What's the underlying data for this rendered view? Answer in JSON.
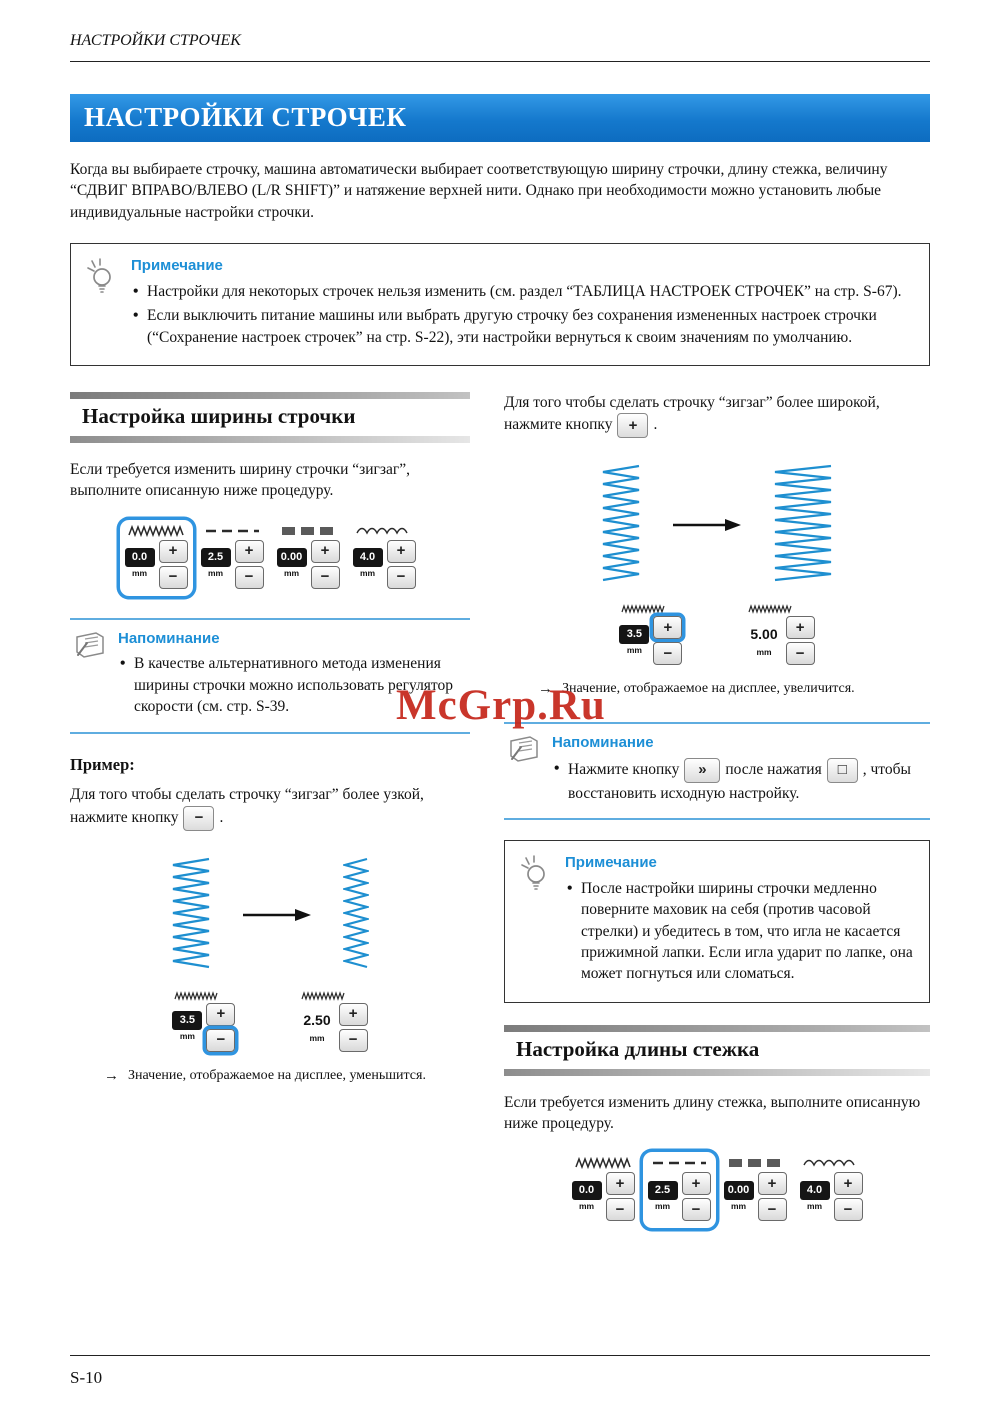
{
  "page": {
    "running_header": "НАСТРОЙКИ СТРОЧЕК",
    "page_number": "S-10",
    "watermark": "McGrp.Ru"
  },
  "banner": {
    "title": "НАСТРОЙКИ СТРОЧЕК"
  },
  "intro": "Когда вы выбираете строчку, машина автоматически выбирает соответствующую ширину строчки, длину стежка, величину “СДВИГ ВПРАВО/ВЛЕВО (L/R SHIFT)” и натяжение верхней нити. Однако при необходимости можно установить любые индивидуальные настройки строчки.",
  "symbols": {
    "plus": "+",
    "minus": "−",
    "arrow": "→",
    "period": ".",
    "comma": ",",
    "reset_key": "»",
    "blank_key": "□"
  },
  "note_top": {
    "title": "Примечание",
    "items": [
      "Настройки для некоторых строчек нельзя изменить (см. раздел “ТАБЛИЦА НАСТРОЕК СТРОЧЕК” на стр. S-67).",
      "Если выключить питание машины или выбрать другую строчку без сохранения измененных настроек строчки (“Сохранение настроек строчек” на стр. S-22), эти настройки вернуться к своим значениям по умолчанию."
    ]
  },
  "left": {
    "section_title": "Настройка ширины строчки",
    "para": "Если требуется изменить ширину строчки “зигзаг”, выполните описанную ниже процедуру.",
    "panel": {
      "values": [
        {
          "value": "0.0",
          "unit": "mm"
        },
        {
          "value": "2.5",
          "unit": "mm"
        },
        {
          "value": "0.00",
          "unit": "mm"
        },
        {
          "value": "4.0",
          "unit": "mm"
        }
      ]
    },
    "reminder": {
      "title": "Напоминание",
      "text": "В качестве альтернативного метода изменения ширины строчки можно использовать регулятор скорости (см. стр. S-39."
    },
    "example_label": "Пример:",
    "example_text": "Для того чтобы сделать строчку “зигзаг” более узкой, нажмите кнопку",
    "display_before": {
      "value": "3.5",
      "unit": "mm"
    },
    "display_after": {
      "value": "2.50",
      "unit": "mm"
    },
    "result": "Значение, отображаемое на дисплее, уменьшится."
  },
  "right": {
    "intro_text": "Для того чтобы сделать строчку “зигзаг” более широкой, нажмите кнопку",
    "display_before": {
      "value": "3.5",
      "unit": "mm"
    },
    "display_after": {
      "value": "5.00",
      "unit": "mm"
    },
    "result": "Значение, отображаемое на дисплее, увеличится.",
    "reminder": {
      "title": "Напоминание",
      "text_before": "Нажмите кнопку",
      "text_middle": "после нажатия",
      "text_after": "чтобы восстановить исходную настройку."
    },
    "note": {
      "title": "Примечание",
      "items": [
        "После настройки ширины строчки медленно поверните маховик на себя (против часовой стрелки) и убедитесь в том, что игла не касается прижимной лапки. Если игла ударит по лапке, она может погнуться или сломаться."
      ]
    },
    "section_title": "Настройка длины стежка",
    "para": "Если требуется изменить длину стежка, выполните описанную ниже процедуру.",
    "panel": {
      "values": [
        {
          "value": "0.0",
          "unit": "mm"
        },
        {
          "value": "2.5",
          "unit": "mm"
        },
        {
          "value": "0.00",
          "unit": "mm"
        },
        {
          "value": "4.0",
          "unit": "mm"
        }
      ]
    }
  }
}
